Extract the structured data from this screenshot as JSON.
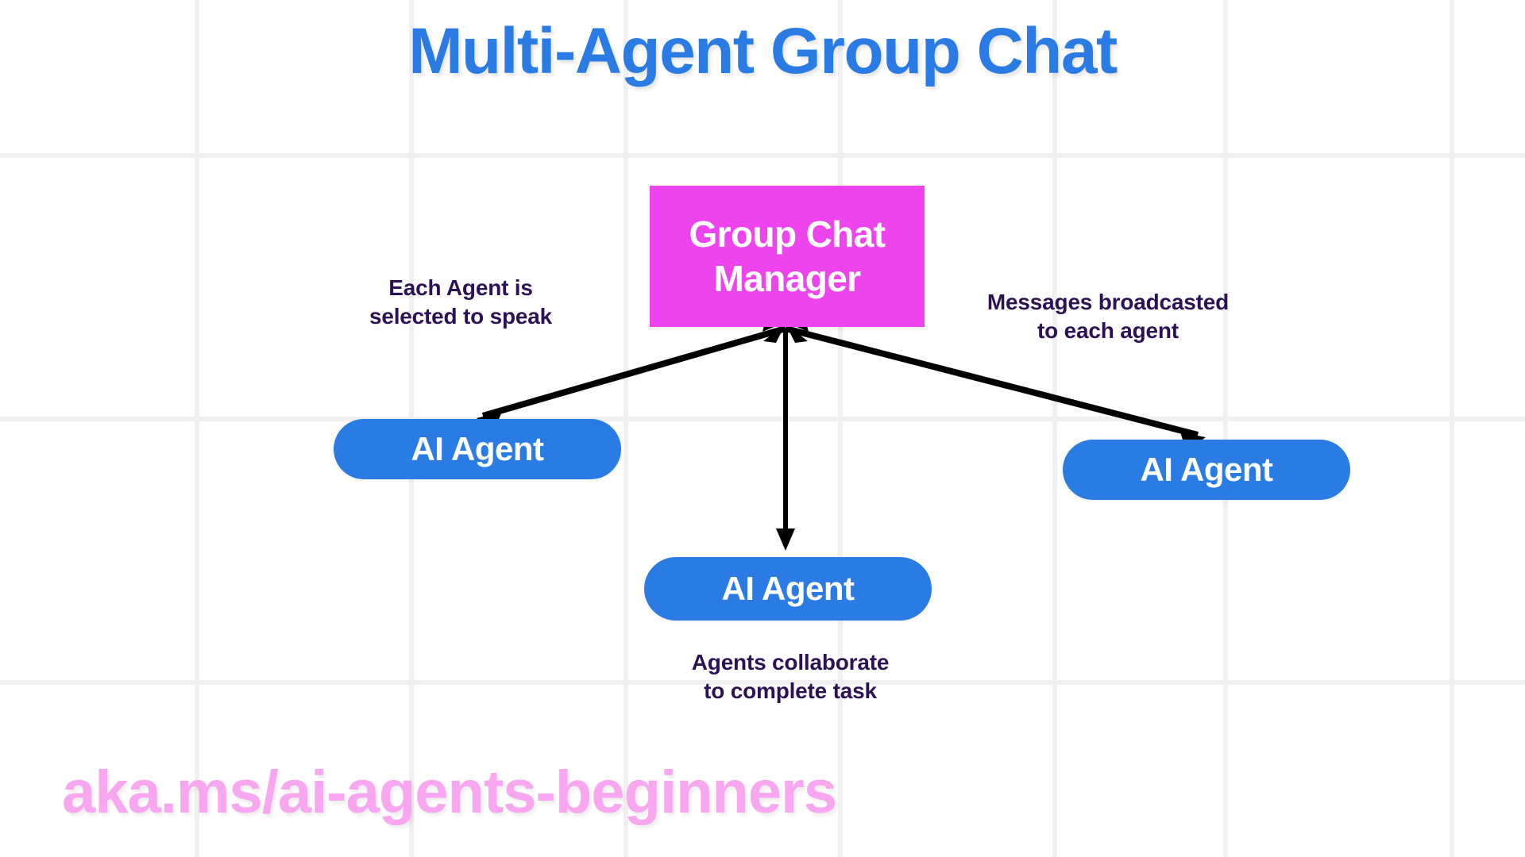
{
  "page": {
    "title": "Multi-Agent Group Chat",
    "footer_url": "aka.ms/ai-agents-beginners",
    "background_color": "#ffffff",
    "grid_color": "#f0f0f0"
  },
  "colors": {
    "title_blue": "#2a7ce4",
    "agent_blue": "#2a7ce4",
    "manager_magenta": "#ee44ee",
    "caption_purple": "#2d1155",
    "footer_pink": "#f7a6ef",
    "arrow_black": "#000000"
  },
  "diagram": {
    "type": "node-link",
    "manager": {
      "label_line1": "Group Chat",
      "label_line2": "Manager",
      "shape": "rectangle",
      "fill": "#ee44ee",
      "text_color": "#ffffff"
    },
    "agents": [
      {
        "id": "agent-left",
        "label": "AI Agent",
        "shape": "pill",
        "fill": "#2a7ce4"
      },
      {
        "id": "agent-right",
        "label": "AI Agent",
        "shape": "pill",
        "fill": "#2a7ce4"
      },
      {
        "id": "agent-bottom",
        "label": "AI Agent",
        "shape": "pill",
        "fill": "#2a7ce4"
      }
    ],
    "captions": {
      "left": {
        "line1": "Each Agent is",
        "line2": "selected to speak"
      },
      "right": {
        "line1": "Messages broadcasted",
        "line2": "to each agent"
      },
      "bottom": {
        "line1": "Agents collaborate",
        "line2": "to complete task"
      }
    },
    "edges": [
      {
        "from": "manager",
        "to": "agent-left",
        "style": "double-arrow"
      },
      {
        "from": "manager",
        "to": "agent-right",
        "style": "double-arrow"
      },
      {
        "from": "manager",
        "to": "agent-bottom",
        "style": "double-arrow"
      }
    ]
  },
  "grid": {
    "vertical_x": [
      245,
      515,
      785,
      1055,
      1325,
      1540,
      1825
    ],
    "horizontal_y": [
      193,
      525,
      857
    ]
  }
}
